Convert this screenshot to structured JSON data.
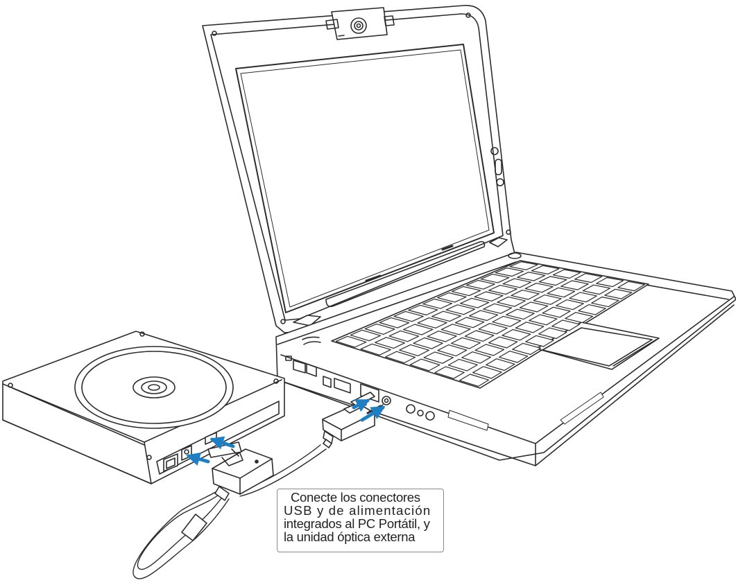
{
  "caption": {
    "lines": [
      "Conecte los conectores",
      "USB y de alimentación",
      "integrados al PC Portátil, y",
      "la unidad óptica externa"
    ]
  },
  "colors": {
    "line": "#2b2b2b",
    "arrow": "#1f7fc4",
    "caption_border": "#8a8a8a",
    "background": "#ffffff"
  },
  "icons": [
    "laptop",
    "webcam",
    "optical-drive",
    "disc",
    "usb-plug",
    "power-plug",
    "cable-loop",
    "arrow"
  ]
}
